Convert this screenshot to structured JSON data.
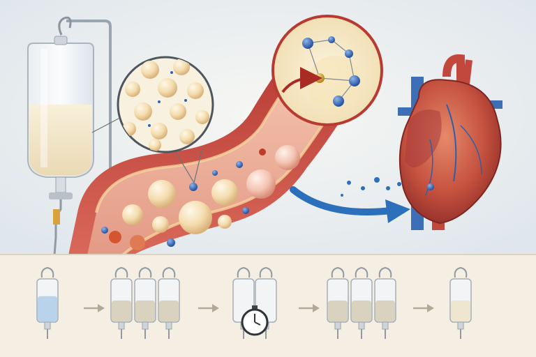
{
  "illustration": {
    "colors": {
      "background": "#eef1f3",
      "vessel_wall": "#c9453d",
      "vessel_inner": "#e9a58e",
      "lipid_droplet": "#f3d9a8",
      "lipid_molecule": "#2f63b8",
      "heart": "#c2473c",
      "aorta_blue": "#3c6fb6",
      "iv_fluid": "#f1e8cf",
      "arrow_blue": "#2c6fba",
      "arrow_red": "#a82b24",
      "strip_background": "#f5efe3"
    },
    "icons": {
      "iv_bag": "iv-bag-icon",
      "magnifier": "magnifier-icon",
      "heart": "heart-icon",
      "stopwatch": "stopwatch-icon",
      "arrow": "arrow-right-icon"
    },
    "sequence": {
      "steps": [
        {
          "bags": 1,
          "fill_level": 0.6,
          "fluid": "#b8d3ea"
        },
        {
          "bags": 3,
          "fill_level": 0.5,
          "fluid": "#d9d2bf"
        },
        {
          "bags": 2,
          "fill_level": 0.0,
          "fluid": "#e6e6e6",
          "timer": true
        },
        {
          "bags": 3,
          "fill_level": 0.5,
          "fluid": "#d9d2bf"
        },
        {
          "bags": 1,
          "fill_level": 0.5,
          "fluid": "#efe6cf"
        }
      ]
    }
  }
}
